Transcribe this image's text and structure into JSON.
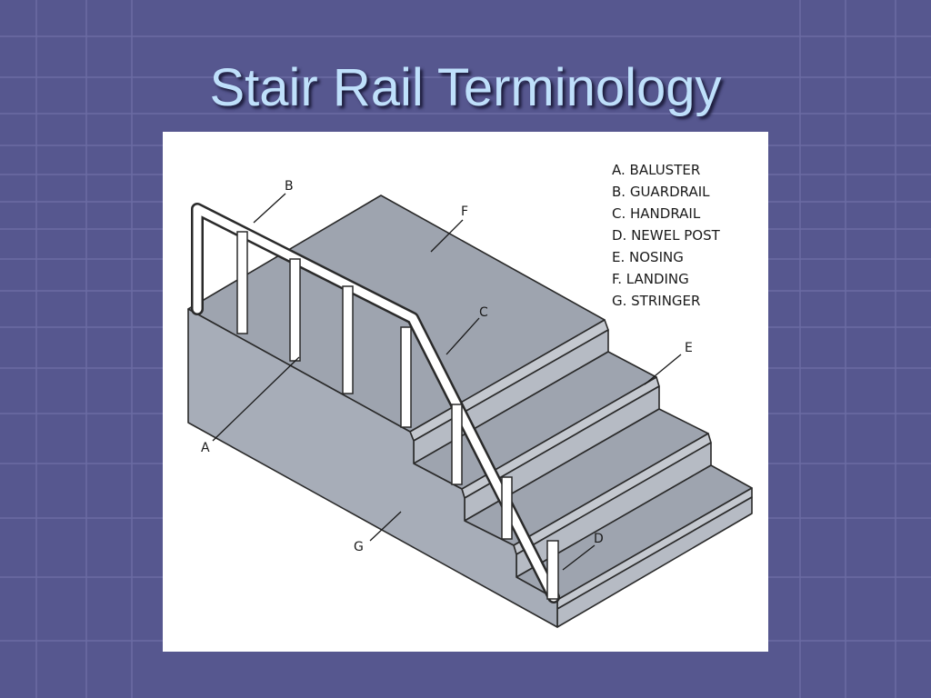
{
  "slide": {
    "title": "Stair Rail Terminology"
  },
  "diagram": {
    "legend": [
      "A. BALUSTER",
      "B. GUARDRAIL",
      "C. HANDRAIL",
      "D. NEWEL POST",
      "E. NOSING",
      "F. LANDING",
      "G. STRINGER"
    ],
    "callouts": {
      "a": "A",
      "b": "B",
      "c": "C",
      "d": "D",
      "e": "E",
      "f": "F",
      "g": "G"
    }
  },
  "colors": {
    "background": "#56578f",
    "grid_line": "#6d6ea6",
    "title": "#bfe0fb",
    "stair_top": "#9aa1ad",
    "stair_side": "#a2a9b4",
    "stair_front": "#b2b8c2",
    "outline": "#2a2a2a"
  }
}
